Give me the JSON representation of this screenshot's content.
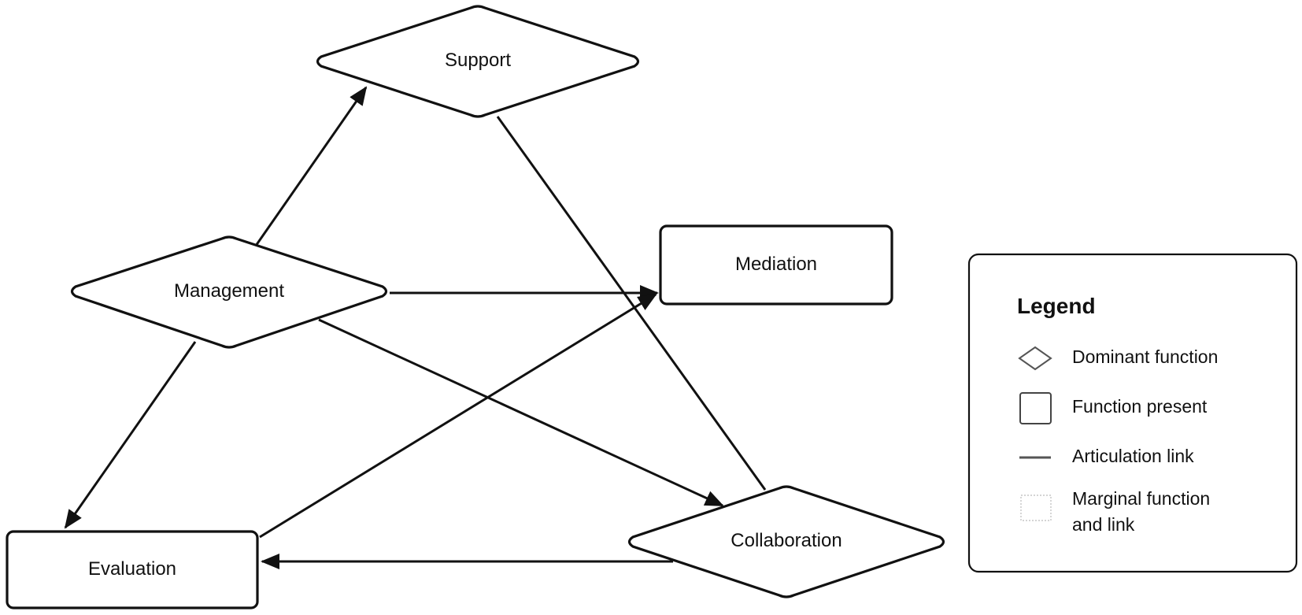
{
  "nodes": {
    "support": "Support",
    "mediation": "Mediation",
    "management": "Management",
    "evaluation": "Evaluation",
    "collaboration": "Collaboration"
  },
  "legend": {
    "title": "Legend",
    "items": [
      {
        "label": "Dominant function"
      },
      {
        "label": "Function present"
      },
      {
        "label": "Articulation link"
      },
      {
        "label_line1": "Marginal function",
        "label_line2": "and link"
      }
    ]
  }
}
